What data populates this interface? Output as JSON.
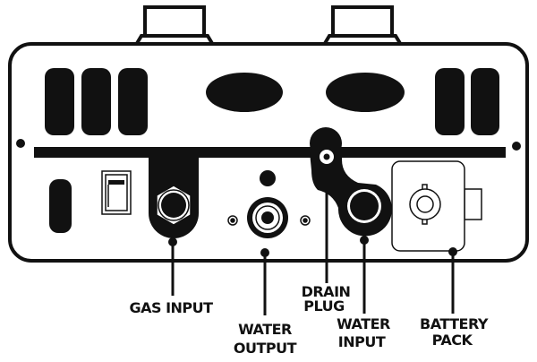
{
  "diagram": {
    "labels": {
      "gas_input": "GAS INPUT",
      "water_output_1": "WATER",
      "water_output_2": "OUTPUT",
      "drain_plug_1": "DRAIN",
      "drain_plug_2": "PLUG",
      "water_input_1": "WATER",
      "water_input_2": "INPUT",
      "battery_pack_1": "BATTERY",
      "battery_pack_2": "PACK"
    },
    "colors": {
      "ink": "#111111",
      "background": "#ffffff"
    }
  }
}
